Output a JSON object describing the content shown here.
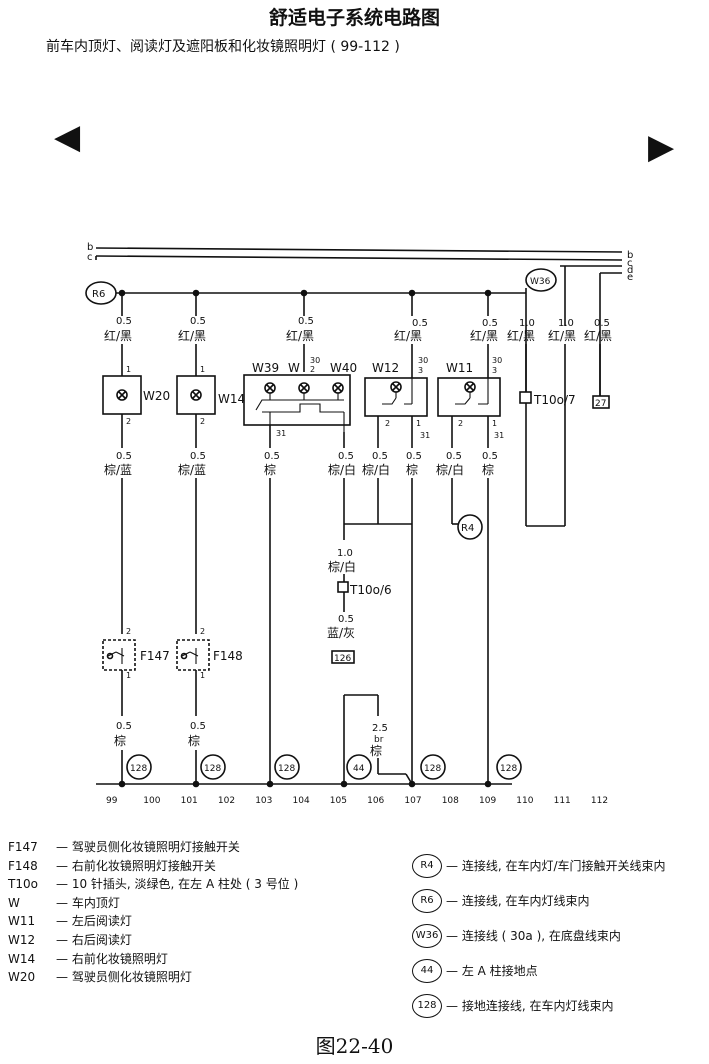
{
  "header": {
    "title": "舒适电子系统电路图",
    "subtitle": "前车内顶灯、阅读灯及遮阳板和化妆镜照明灯 ( 99-112 )",
    "figure_number": "图22-40"
  },
  "nav": {
    "prev": "◀",
    "next": "▶"
  },
  "bus_labels": {
    "b": "b",
    "c": "c",
    "d": "d",
    "e": "e"
  },
  "connectors": {
    "R6": "R6",
    "W36": "W36",
    "R4": "R4",
    "44": "44",
    "128": "128",
    "126": "126",
    "27": "27"
  },
  "wires": {
    "w99_top": {
      "size": "0.5",
      "color": "红/黑"
    },
    "w101_top": {
      "size": "0.5",
      "color": "红/黑"
    },
    "w104_top": {
      "size": "0.5",
      "color": "红/黑"
    },
    "w107_top": {
      "size": "0.5",
      "color": "红/黑"
    },
    "w109_top": {
      "size": "0.5",
      "color": "红/黑"
    },
    "w110_top": {
      "size": "1.0",
      "color": "红/黑"
    },
    "w111_top": {
      "size": "1.0",
      "color": "红/黑"
    },
    "w112_top": {
      "size": "0.5",
      "color": "红/黑"
    },
    "w99_mid": {
      "size": "0.5",
      "color": "棕/蓝"
    },
    "w101_mid": {
      "size": "0.5",
      "color": "棕/蓝"
    },
    "w103_mid": {
      "size": "0.5",
      "color": "棕"
    },
    "w105_mid": {
      "size": "0.5",
      "color": "棕/白"
    },
    "w106_mid": {
      "size": "0.5",
      "color": "棕/白"
    },
    "w107_mid": {
      "size": "0.5",
      "color": "棕"
    },
    "w108_mid": {
      "size": "0.5",
      "color": "棕/白"
    },
    "w109_mid": {
      "size": "0.5",
      "color": "棕"
    },
    "w105_join": {
      "size": "1.0",
      "color": "棕/白"
    },
    "w105_low": {
      "size": "0.5",
      "color": "蓝/灰"
    },
    "w99_low": {
      "size": "0.5",
      "color": "棕"
    },
    "w101_low": {
      "size": "0.5",
      "color": "棕"
    },
    "w106_low": {
      "size": "2.5",
      "code": "br",
      "color": "棕"
    }
  },
  "components": {
    "W20": "W20",
    "W14": "W14",
    "W39": "W39",
    "W": "W",
    "W40": "W40",
    "W12": "W12",
    "W11": "W11",
    "F147": "F147",
    "F148": "F148",
    "T10_7": "T10o/7",
    "T10_6": "T10o/6"
  },
  "pins": {
    "p1": "1",
    "p2": "2",
    "p3": "3",
    "p30": "30",
    "p31": "31"
  },
  "track_numbers": [
    "99",
    "100",
    "101",
    "102",
    "103",
    "104",
    "105",
    "106",
    "107",
    "108",
    "109",
    "110",
    "111",
    "112"
  ],
  "legend_left": [
    {
      "code": "F147",
      "text": "— 驾驶员侧化妆镜照明灯接触开关"
    },
    {
      "code": "F148",
      "text": "— 右前化妆镜照明灯接触开关"
    },
    {
      "code": "T10o",
      "text": "— 10 针插头, 淡绿色, 在左 A 柱处 ( 3 号位 )"
    },
    {
      "code": "W",
      "text": "— 车内顶灯"
    },
    {
      "code": "W11",
      "text": "— 左后阅读灯"
    },
    {
      "code": "W12",
      "text": "— 右后阅读灯"
    },
    {
      "code": "W14",
      "text": "— 右前化妆镜照明灯"
    },
    {
      "code": "W20",
      "text": "— 驾驶员侧化妆镜照明灯"
    }
  ],
  "legend_right": [
    {
      "badge": "R4",
      "text": "— 连接线, 在车内灯/车门接触开关线束内"
    },
    {
      "badge": "R6",
      "text": "— 连接线, 在车内灯线束内"
    },
    {
      "badge": "W36",
      "text": "— 连接线 ( 30a ), 在底盘线束内"
    },
    {
      "badge": "44",
      "text": "— 左 A 柱接地点"
    },
    {
      "badge": "128",
      "text": "— 接地连接线, 在车内灯线束内"
    }
  ]
}
